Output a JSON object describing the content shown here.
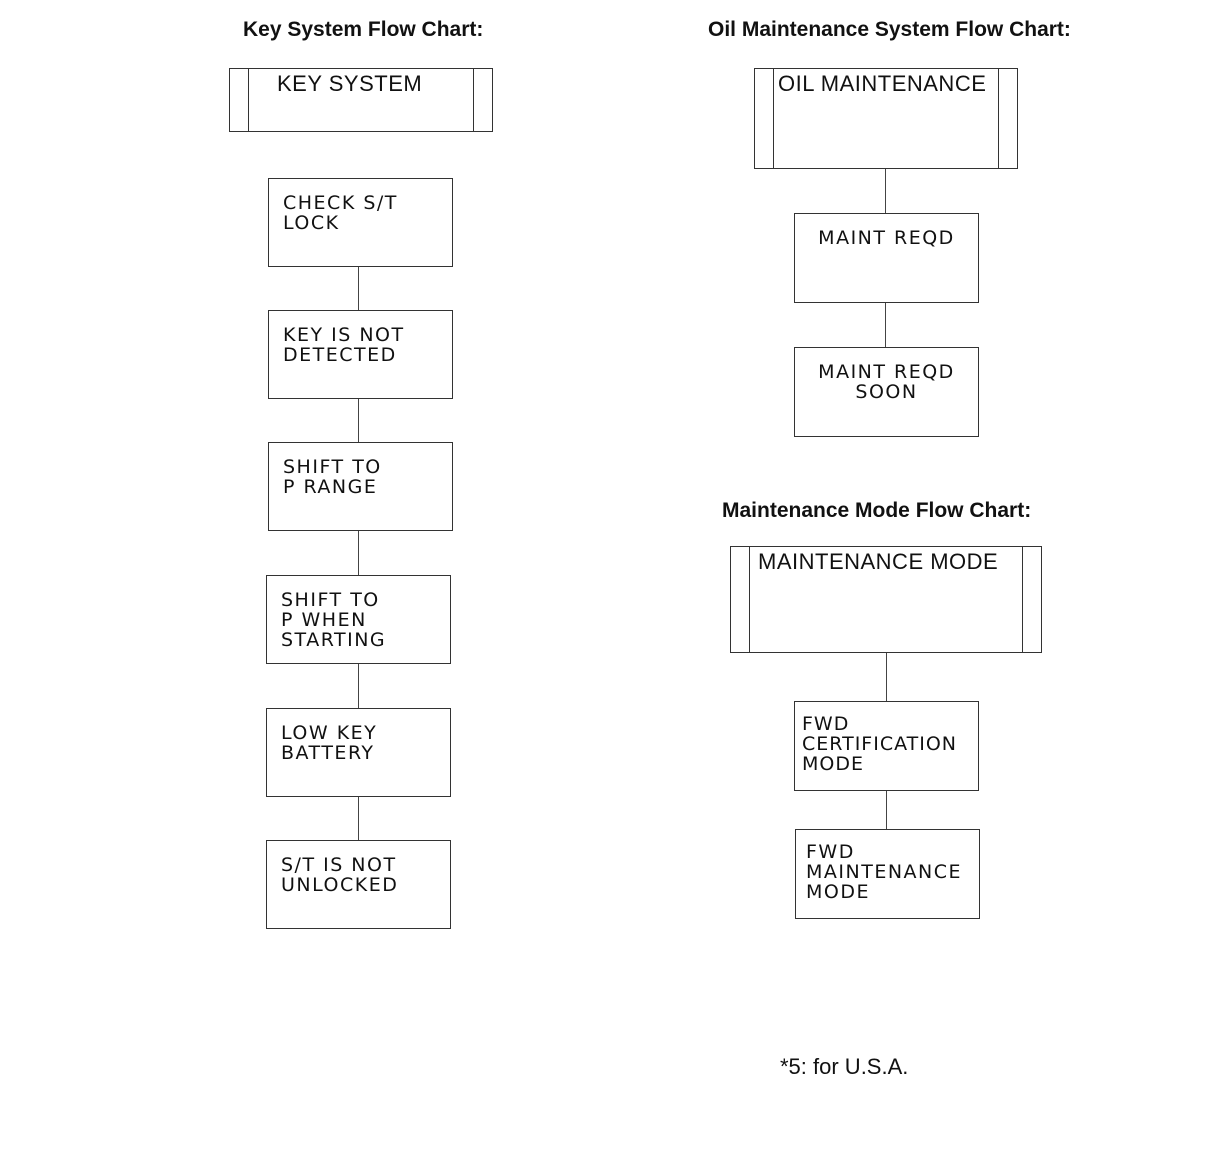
{
  "key_chart": {
    "title": "Key System Flow Chart:",
    "header": "KEY SYSTEM",
    "boxes": [
      [
        "CHECK  S/T",
        "LOCK"
      ],
      [
        "KEY  IS  NOT",
        "DETECTED"
      ],
      [
        "SHIFT  TO",
        "P  RANGE"
      ],
      [
        "SHIFT  TO",
        "P WHEN",
        "STARTING"
      ],
      [
        "LOW KEY",
        "BATTERY"
      ],
      [
        "S/T  IS  NOT",
        "UNLOCKED"
      ]
    ]
  },
  "oil_chart": {
    "title": "Oil Maintenance System Flow Chart:",
    "header": "OIL MAINTENANCE",
    "boxes": [
      [
        "MAINT  REQD"
      ],
      [
        "MAINT  REQD",
        "SOON"
      ]
    ]
  },
  "mode_chart": {
    "title": "Maintenance Mode Flow Chart:",
    "header": "MAINTENANCE MODE",
    "boxes": [
      [
        "FWD",
        "CERTIFICATION",
        "MODE"
      ],
      [
        "FWD",
        "MAINTENANCE",
        "MODE"
      ]
    ]
  },
  "footnote": "*5: for U.S.A."
}
